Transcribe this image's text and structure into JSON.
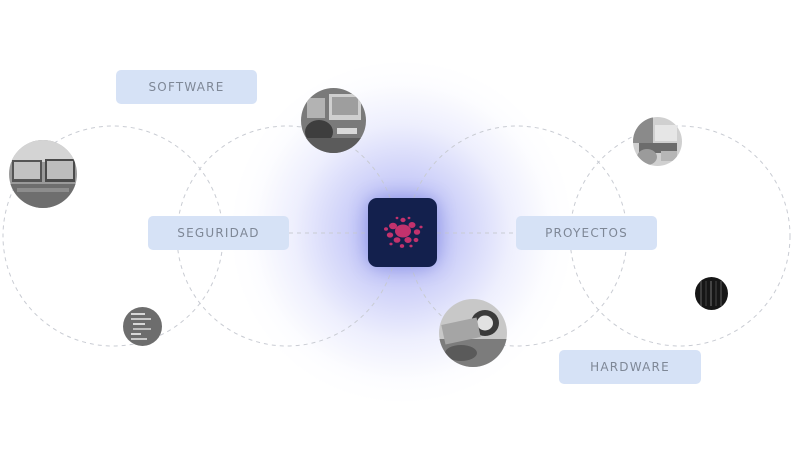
{
  "nodes": {
    "software": {
      "label": "SOFTWARE"
    },
    "seguridad": {
      "label": "SEGURIDAD"
    },
    "proyectos": {
      "label": "PROYECTOS"
    },
    "hardware": {
      "label": "HARDWARE"
    }
  },
  "hub": {
    "icon": "cluster-logo-icon",
    "color": "#c2326d"
  },
  "colors": {
    "pill_bg": "#d6e2f6",
    "pill_text": "#7e8796",
    "hub_bg": "#13204d",
    "glow": "#5c68e6",
    "orbit": "#c9ccd3"
  }
}
